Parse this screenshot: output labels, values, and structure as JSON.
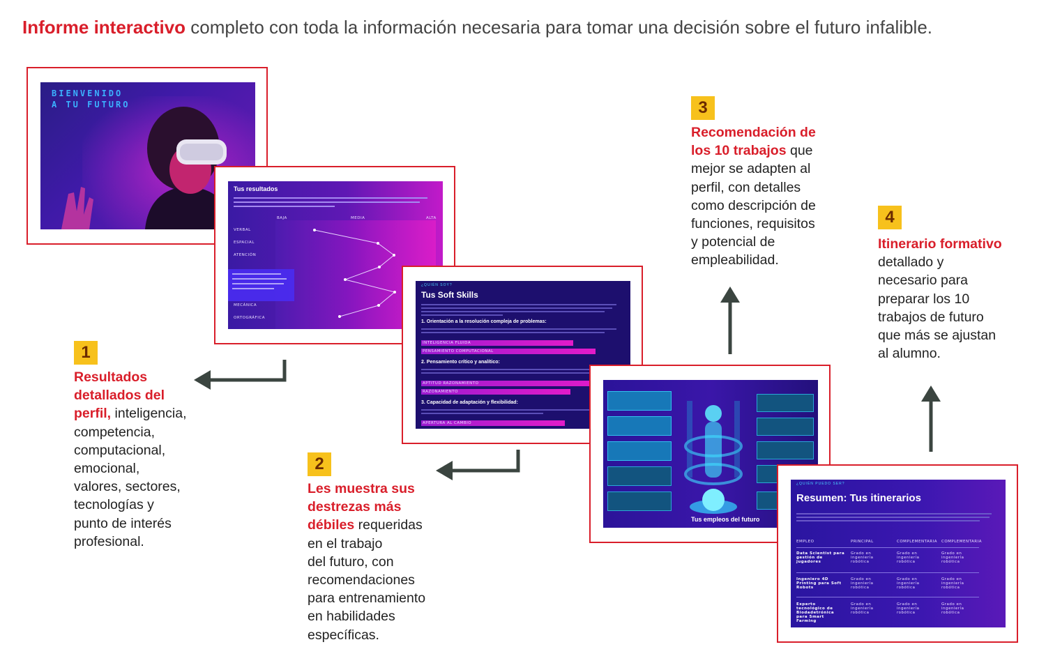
{
  "headline": {
    "highlight": "Informe interactivo",
    "rest": "completo con toda la información necesaria para tomar una decisión sobre el futuro infalible."
  },
  "colors": {
    "accent": "#d91e2a",
    "badge": "#f7c11c",
    "arrow": "#3b4540"
  },
  "screens": {
    "welcome": {
      "line1": "BIENVENIDO",
      "line2": "A TU FUTURO"
    },
    "results": {
      "title": "Tus resultados",
      "columns": [
        "BAJA",
        "MEDIA",
        "ALTA"
      ],
      "rows": [
        "VERBAL",
        "ESPACIAL",
        "ATENCIÓN",
        "",
        "",
        "MECÁNICA",
        "ORTOGRÁFICA"
      ]
    },
    "soft_skills": {
      "tag": "¿QUIÉN SOY?",
      "title": "Tus Soft Skills",
      "sections": [
        {
          "heading": "1. Orientación a la resolución compleja de problemas:",
          "bars": [
            "INTELIGENCIA FLUIDA",
            "PENSAMIENTO COMPUTACIONAL"
          ]
        },
        {
          "heading": "2. Pensamiento crítico y analítico:",
          "bars": [
            "APTITUD RAZONAMIENTO",
            "RAZONAMIENTO"
          ]
        },
        {
          "heading": "3. Capacidad de adaptación y flexibilidad:",
          "bars": [
            "APERTURA AL CAMBIO"
          ]
        }
      ]
    },
    "jobs": {
      "caption": "Tus empleos del futuro"
    },
    "itineraries": {
      "tag": "¿QUIÉN PUEDO SER?",
      "title": "Resumen: Tus itinerarios",
      "headers": [
        "EMPLEO",
        "PRINCIPAL",
        "COMPLEMENTARIA",
        "COMPLEMENTARIA"
      ],
      "rows": [
        {
          "job": "Data Scientist para gestión de jugadores",
          "cells": [
            "Grado en ingeniería robótica",
            "Grado en ingeniería robótica",
            "Grado en ingeniería robótica"
          ]
        },
        {
          "job": "Ingeniero 4D Printing para Soft Robots",
          "cells": [
            "Grado en ingeniería robótica",
            "Grado en ingeniería robótica",
            "Grado en ingeniería robótica"
          ]
        },
        {
          "job": "Experto tecnológico de Biodadetrónica para Smart Farming",
          "cells": [
            "Grado en ingeniería robótica",
            "Grado en ingeniería robótica",
            "Grado en ingeniería robótica"
          ]
        }
      ]
    }
  },
  "steps": [
    {
      "number": "1",
      "lines": [
        {
          "hl": "Resultados",
          "rest": ""
        },
        {
          "hl": "detallados del",
          "rest": ""
        },
        {
          "hl": "perfil,",
          "rest": " inteligencia,"
        },
        {
          "hl": "",
          "rest": "competencia,"
        },
        {
          "hl": "",
          "rest": "computacional,"
        },
        {
          "hl": "",
          "rest": "emocional,"
        },
        {
          "hl": "",
          "rest": "valores, sectores,"
        },
        {
          "hl": "",
          "rest": "tecnologías y"
        },
        {
          "hl": "",
          "rest": "punto de interés"
        },
        {
          "hl": "",
          "rest": "profesional."
        }
      ]
    },
    {
      "number": "2",
      "lines": [
        {
          "hl": "Les muestra sus",
          "rest": ""
        },
        {
          "hl": "destrezas más",
          "rest": ""
        },
        {
          "hl": "débiles",
          "rest": " requeridas"
        },
        {
          "hl": "",
          "rest": "en el trabajo"
        },
        {
          "hl": "",
          "rest": "del futuro, con"
        },
        {
          "hl": "",
          "rest": "recomendaciones"
        },
        {
          "hl": "",
          "rest": "para entrenamiento"
        },
        {
          "hl": "",
          "rest": "en habilidades"
        },
        {
          "hl": "",
          "rest": "específicas."
        }
      ]
    },
    {
      "number": "3",
      "lines": [
        {
          "hl": "Recomendación de",
          "rest": ""
        },
        {
          "hl": "los 10 trabajos",
          "rest": " que"
        },
        {
          "hl": "",
          "rest": "mejor se adapten al"
        },
        {
          "hl": "",
          "rest": "perfil, con detalles"
        },
        {
          "hl": "",
          "rest": "como descripción de"
        },
        {
          "hl": "",
          "rest": "funciones, requisitos"
        },
        {
          "hl": "",
          "rest": "y potencial de"
        },
        {
          "hl": "",
          "rest": "empleabilidad."
        }
      ]
    },
    {
      "number": "4",
      "lines": [
        {
          "hl": "Itinerario formativo",
          "rest": ""
        },
        {
          "hl": "",
          "rest": "detallado y"
        },
        {
          "hl": "",
          "rest": "necesario para"
        },
        {
          "hl": "",
          "rest": "preparar los 10"
        },
        {
          "hl": "",
          "rest": "trabajos de futuro"
        },
        {
          "hl": "",
          "rest": "que más se ajustan"
        },
        {
          "hl": "",
          "rest": "al alumno."
        }
      ]
    }
  ]
}
